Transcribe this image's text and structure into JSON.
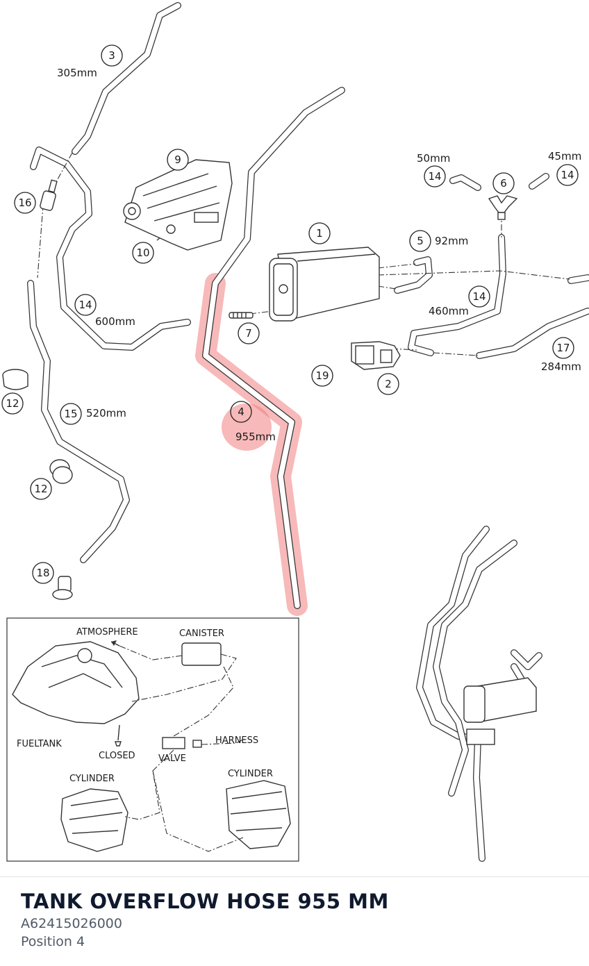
{
  "part": {
    "title": "TANK OVERFLOW HOSE 955 MM",
    "number": "A62415026000",
    "position": "Position 4"
  },
  "highlight_color": "#f08080",
  "callouts": [
    {
      "id": "c1",
      "n": "1"
    },
    {
      "id": "c2",
      "n": "2"
    },
    {
      "id": "c3",
      "n": "3"
    },
    {
      "id": "c4",
      "n": "4"
    },
    {
      "id": "c5",
      "n": "5"
    },
    {
      "id": "c6",
      "n": "6"
    },
    {
      "id": "c7",
      "n": "7"
    },
    {
      "id": "c9",
      "n": "9"
    },
    {
      "id": "c10",
      "n": "10"
    },
    {
      "id": "c12a",
      "n": "12"
    },
    {
      "id": "c12b",
      "n": "12"
    },
    {
      "id": "c14a",
      "n": "14"
    },
    {
      "id": "c14b",
      "n": "14"
    },
    {
      "id": "c14c",
      "n": "14"
    },
    {
      "id": "c14d",
      "n": "14"
    },
    {
      "id": "c15",
      "n": "15"
    },
    {
      "id": "c16",
      "n": "16"
    },
    {
      "id": "c17",
      "n": "17"
    },
    {
      "id": "c18",
      "n": "18"
    },
    {
      "id": "c19",
      "n": "19"
    }
  ],
  "lengths": {
    "h3": "305mm",
    "h4": "955mm",
    "h5": "92mm",
    "h14_left": "600mm",
    "h14_mid": "460mm",
    "h14_small_left": "50mm",
    "h14_small_right": "45mm",
    "h15": "520mm",
    "h17": "284mm"
  },
  "schematic": {
    "atmosphere": "ATMOSPHERE",
    "canister": "CANISTER",
    "fueltank": "FUELTANK",
    "closed": "CLOSED",
    "valve": "VALVE",
    "harness": "HARNESS",
    "cylinder_left": "CYLINDER",
    "cylinder_right": "CYLINDER"
  }
}
